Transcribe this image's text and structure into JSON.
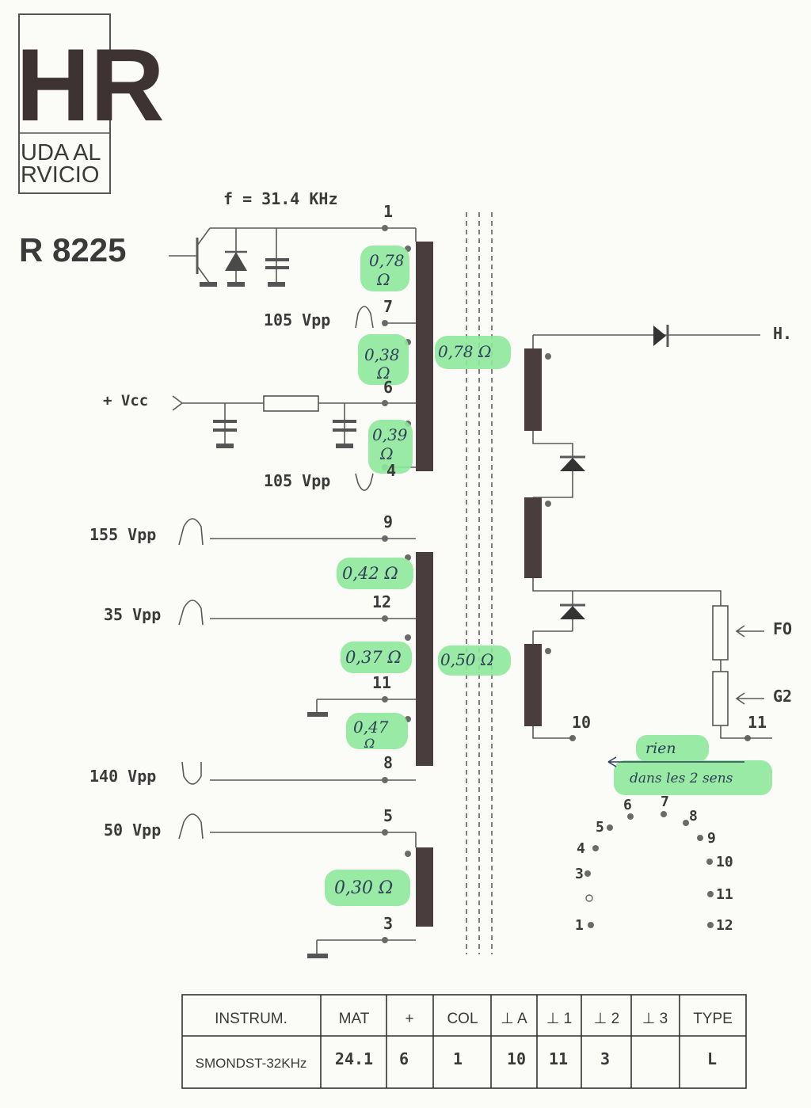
{
  "logo": {
    "mark": "HR",
    "line1": "UDA AL",
    "line2": "RVICIO"
  },
  "model": "R 8225",
  "frequency": "f = 31.4 KHz",
  "pins": {
    "p1": "1",
    "p7": "7",
    "p6": "6",
    "p4": "4",
    "p9": "9",
    "p12": "12",
    "p11": "11",
    "p8": "8",
    "p5": "5",
    "p3": "3",
    "p10s": "10",
    "p11s": "11"
  },
  "signals": {
    "vpp105a": "105 Vpp",
    "vcc": "+ Vcc",
    "vpp105b": "105 Vpp",
    "vpp155": "155 Vpp",
    "vpp35": "35 Vpp",
    "vpp140": "140 Vpp",
    "vpp50": "50 Vpp"
  },
  "outputs": {
    "h": "H.",
    "fo": "FO",
    "g2": "G2"
  },
  "annotations": {
    "r1": "0,78",
    "r1u": "Ω",
    "r2": "0,38",
    "r2u": "Ω",
    "r3": "0,39",
    "r3u": "Ω",
    "rtotal1": "0,78 Ω",
    "r4": "0,42 Ω",
    "r5": "0,37 Ω",
    "rtotal2": "0,50 Ω",
    "r6": "0,47",
    "r6u": "Ω",
    "r7": "0,30 Ω",
    "note1": "rien",
    "note2": "dans les 2 sens"
  },
  "connector": {
    "p1": "1",
    "p3": "3",
    "p4": "4",
    "p5": "5",
    "p6": "6",
    "p7": "7",
    "p8": "8",
    "p9": "9",
    "p10": "10",
    "p11": "11",
    "p12": "12"
  },
  "table": {
    "headers": [
      "INSTRUM.",
      "MAT",
      "+",
      "COL",
      "⊥ A",
      "⊥ 1",
      "⊥ 2",
      "⊥ 3",
      "TYPE"
    ],
    "row": [
      "SMONDST-32KHz",
      "24.1",
      "6",
      "1",
      "10",
      "11",
      "3",
      "",
      "L"
    ]
  },
  "colors": {
    "highlight": "#8ee89a",
    "ink": "#3a3a3a"
  }
}
